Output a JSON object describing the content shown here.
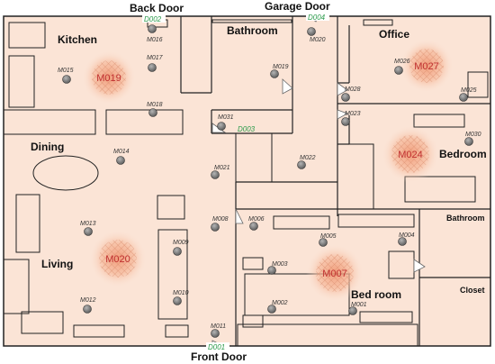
{
  "doors": [
    {
      "id": "back",
      "label": "Back Door"
    },
    {
      "id": "garage",
      "label": "Garage Door"
    },
    {
      "id": "front",
      "label": "Front Door"
    }
  ],
  "rooms": [
    {
      "id": "kitchen",
      "label": "Kitchen",
      "bold": true
    },
    {
      "id": "bathroom1",
      "label": "Bathroom",
      "bold": true
    },
    {
      "id": "office",
      "label": "Office",
      "bold": true
    },
    {
      "id": "bedroom",
      "label": "Bedroom",
      "bold": true
    },
    {
      "id": "dining",
      "label": "Dining",
      "bold": true
    },
    {
      "id": "living",
      "label": "Living",
      "bold": true
    },
    {
      "id": "bathroom2",
      "label": "Bathroom",
      "bold": true
    },
    {
      "id": "closet",
      "label": "Closet",
      "bold": true
    },
    {
      "id": "bedroom2",
      "label": "Bed room",
      "bold": true
    }
  ],
  "hotspots": [
    {
      "id": "M019",
      "label": "M019"
    },
    {
      "id": "M027",
      "label": "M027"
    },
    {
      "id": "M024",
      "label": "M024"
    },
    {
      "id": "M020",
      "label": "M020"
    },
    {
      "id": "M007",
      "label": "M007"
    }
  ],
  "sensors": [
    {
      "id": "M016",
      "label": "M016"
    },
    {
      "id": "M017",
      "label": "M017"
    },
    {
      "id": "M015",
      "label": "M015"
    },
    {
      "id": "M018",
      "label": "M018"
    },
    {
      "id": "M014",
      "label": "M014"
    },
    {
      "id": "M013",
      "label": "M013"
    },
    {
      "id": "M012",
      "label": "M012"
    },
    {
      "id": "M020s",
      "label": "M020"
    },
    {
      "id": "M019s",
      "label": "M019"
    },
    {
      "id": "M021",
      "label": "M021"
    },
    {
      "id": "M022",
      "label": "M022"
    },
    {
      "id": "M026",
      "label": "M026"
    },
    {
      "id": "M025",
      "label": "M025"
    },
    {
      "id": "M028",
      "label": "M028"
    },
    {
      "id": "M023",
      "label": "M023"
    },
    {
      "id": "M030",
      "label": "M030"
    },
    {
      "id": "M031",
      "label": "M031"
    },
    {
      "id": "M008",
      "label": "M008"
    },
    {
      "id": "M006",
      "label": "M006"
    },
    {
      "id": "M005",
      "label": "M005"
    },
    {
      "id": "M004",
      "label": "M004"
    },
    {
      "id": "M009",
      "label": "M009"
    },
    {
      "id": "M010",
      "label": "M010"
    },
    {
      "id": "M003",
      "label": "M003"
    },
    {
      "id": "M002",
      "label": "M002"
    },
    {
      "id": "M001",
      "label": "M001"
    },
    {
      "id": "M011",
      "label": "M011"
    }
  ],
  "door_sensors": [
    {
      "id": "D002",
      "label": "D002"
    },
    {
      "id": "D004",
      "label": "D004"
    },
    {
      "id": "D003",
      "label": "D003"
    },
    {
      "id": "D001",
      "label": "D001"
    }
  ],
  "colors": {
    "floor": "#fbe4d6",
    "wall": "#222222",
    "hotspot": "#f4a07a",
    "hotspot_label": "#c03030",
    "door_sensor": "#2a9a4a",
    "sensor": "#7a7a7a"
  }
}
